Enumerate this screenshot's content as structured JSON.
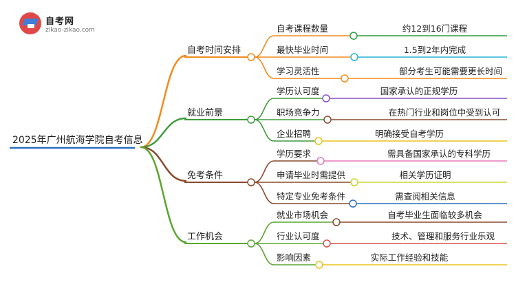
{
  "logo": {
    "name": "自考网",
    "url": "zikao-zikao.com"
  },
  "colors": {
    "root": "#2a6fbf",
    "b1": "#f08c1e",
    "b2": "#3e9b3e",
    "b3": "#8a4b2f",
    "b4": "#5aa531"
  },
  "mindmap": {
    "root": "2025年广州航海学院自考信息",
    "branches": [
      {
        "label": "自考时间安排",
        "children": [
          {
            "label": "自考课程数量",
            "detail": "约12到16门课程",
            "color": "#2f9e3f"
          },
          {
            "label": "最快毕业时间",
            "detail": "1.5到2年内完成",
            "color": "#25b4d6"
          },
          {
            "label": "学习灵活性",
            "detail": "部分考生可能需要更长时间",
            "color": "#f08c1e"
          }
        ]
      },
      {
        "label": "就业前景",
        "children": [
          {
            "label": "学历认可度",
            "detail": "国家承认的正规学历",
            "color": "#8a4fc7"
          },
          {
            "label": "职场竞争力",
            "detail": "在热门行业和岗位中受到认可",
            "color": "#8a4b2f"
          },
          {
            "label": "企业招聘",
            "detail": "明确接受自考学历",
            "color": "#e8c41c"
          }
        ]
      },
      {
        "label": "免考条件",
        "children": [
          {
            "label": "学历要求",
            "detail": "需具备国家承认的专科学历",
            "color": "#e77ab8"
          },
          {
            "label": "申请毕业时需提供",
            "detail": "相关学历证明",
            "color": "#c9d630"
          },
          {
            "label": "特定专业免考条件",
            "detail": "需查阅相关信息",
            "color": "#2a6fbf"
          }
        ]
      },
      {
        "label": "工作机会",
        "children": [
          {
            "label": "就业市场机会",
            "detail": "自考毕业生面临较多机会",
            "color": "#8a4b2f"
          },
          {
            "label": "行业认可度",
            "detail": "技术、管理和服务行业乐观",
            "color": "#d9534f"
          },
          {
            "label": "影响因素",
            "detail": "实际工作经验和技能",
            "color": "#e8c41c"
          }
        ]
      }
    ]
  }
}
